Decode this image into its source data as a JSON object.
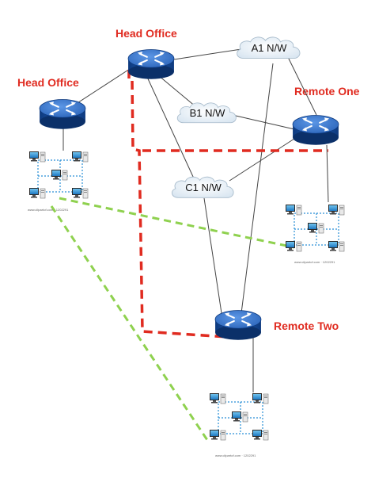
{
  "sites": {
    "head_office_top": "Head Office",
    "head_office_left": "Head Office",
    "remote_one": "Remote One",
    "remote_two": "Remote Two"
  },
  "clouds": {
    "a1": "A1 N/W",
    "b1": "B1 N/W",
    "c1": "C1 N/W"
  },
  "credits": {
    "left_lan": "www.clipartof.com · 1202291",
    "remote_one_lan": "www.clipartof.com · 1202291",
    "remote_two_lan": "www.clipartof.com · 1202291"
  },
  "colors": {
    "router_body": "#1a4fa0",
    "router_top": "#3d7fd6",
    "link": "#444444",
    "primary_path": "#e02b20",
    "backup_path": "#8fd14f",
    "site_label": "#e02b20"
  },
  "icons": {
    "router": "router-icon",
    "cloud": "network-cloud-icon",
    "lan": "lan-cluster-icon"
  }
}
